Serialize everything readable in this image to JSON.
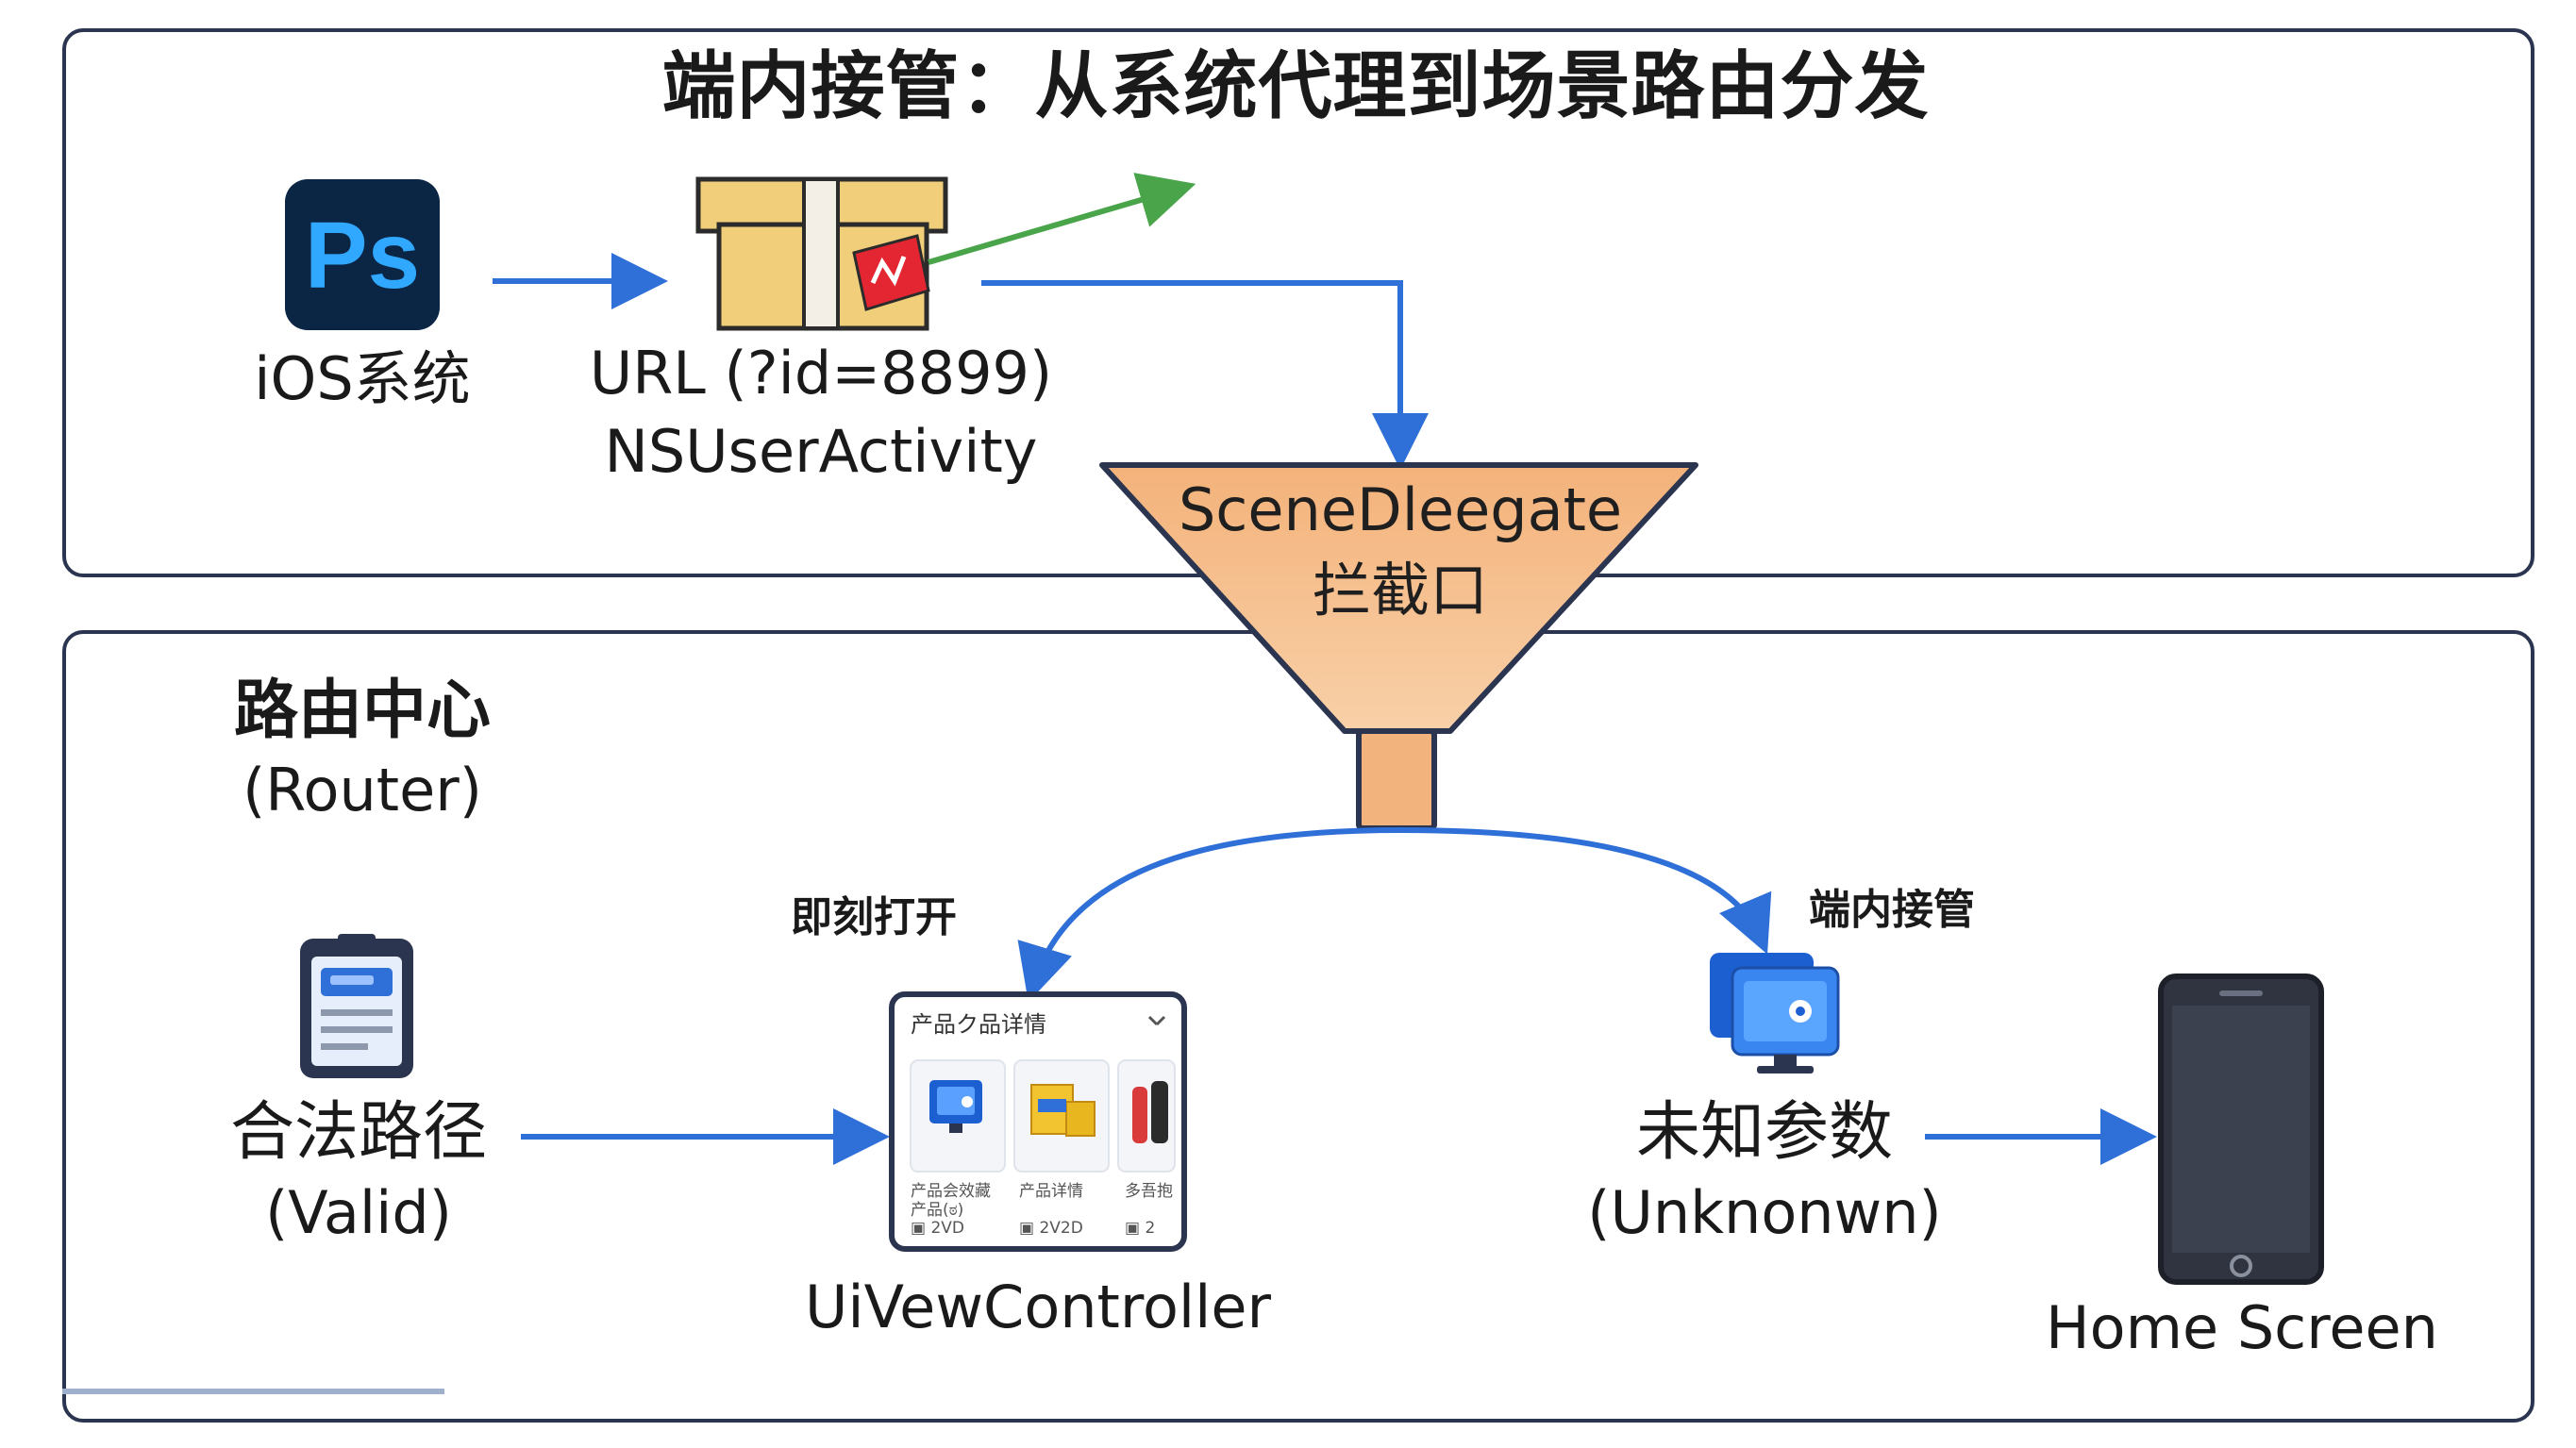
{
  "title": "端内接管：从系统代理到场景路由分发",
  "ios": {
    "icon_text": "Ps",
    "label": "iOS系统"
  },
  "payload": {
    "line1": "URL (?id=8899)",
    "line2": "NSUserActivity"
  },
  "funnel": {
    "line1": "SceneDleegate",
    "line2": "拦截口"
  },
  "router": {
    "line1": "路由中心",
    "line2": "(Router)"
  },
  "valid": {
    "line1": "合法路径",
    "line2": "(Valid)"
  },
  "unknown": {
    "line1": "未知参数",
    "line2": "(Unknonwn)"
  },
  "edge_labels": {
    "open_now": "即刻打开",
    "in_app": "端内接管"
  },
  "view_controller": {
    "label": "UiVewController",
    "screen_title": "产品ク品详情",
    "cards": [
      {
        "caption1": "产品会效藏",
        "caption2": "产品(ಠ)",
        "meta": "▣ 2VD"
      },
      {
        "caption1": "产品详情",
        "caption2": "",
        "meta": "▣ 2V2D"
      },
      {
        "caption1": "多吾抱",
        "caption2": "",
        "meta": "▣ 2"
      }
    ]
  },
  "home": {
    "label": "Home Screen"
  },
  "colors": {
    "blue_arrow": "#2f6fd8",
    "green_arrow": "#4aa54a",
    "funnel_fill": "#f5bf8c",
    "box_fill": "#f1cf7a",
    "panel_border": "#2b3550",
    "ps_bg": "#0b2545",
    "ps_text": "#31a8ff"
  }
}
